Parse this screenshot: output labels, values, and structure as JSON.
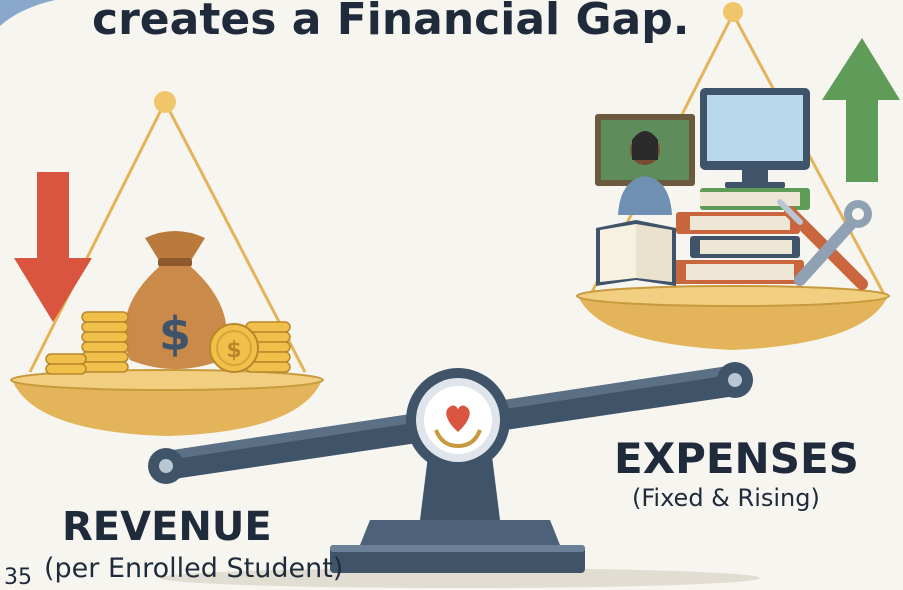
{
  "slide": {
    "title": "creates a Financial Gap.",
    "page_number": "35"
  },
  "revenue": {
    "title": "REVENUE",
    "subtitle": "(per Enrolled Student)",
    "arrow_direction": "down",
    "arrow_color": "#d9553f",
    "coin_symbol": "$"
  },
  "expenses": {
    "title": "EXPENSES",
    "subtitle": "(Fixed & Rising)",
    "arrow_direction": "up",
    "arrow_color": "#5f9c57"
  },
  "icons": {
    "scale": "balance-scale",
    "money": "money-bag",
    "coins": "coin-stacks",
    "teacher": "teacher-at-chalkboard",
    "computer": "desktop-computer",
    "books": "book-stack",
    "tools": "wrench-and-screwdriver",
    "emblem": "heart-in-hands-emblem"
  },
  "colors": {
    "gold": "#e8b64c",
    "pan": "#e3b45a",
    "steel": "#3f5468",
    "text": "#1f2a3a"
  }
}
